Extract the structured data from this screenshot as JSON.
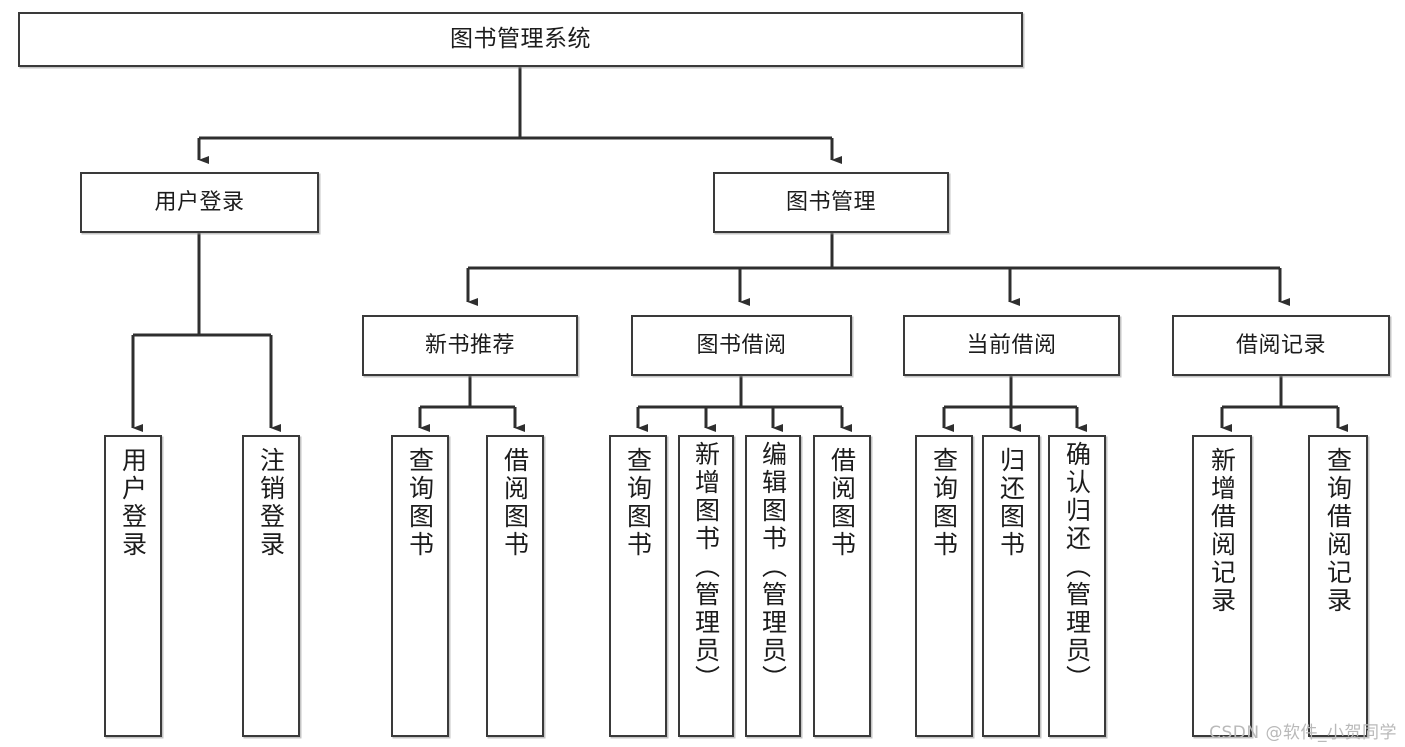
{
  "diagram": {
    "title": "图书管理系统",
    "type": "tree",
    "root": {
      "label": "图书管理系统"
    },
    "level2": [
      {
        "label": "用户登录"
      },
      {
        "label": "图书管理"
      }
    ],
    "level3": [
      {
        "label": "新书推荐"
      },
      {
        "label": "图书借阅"
      },
      {
        "label": "当前借阅"
      },
      {
        "label": "借阅记录"
      }
    ],
    "leaves": {
      "user_login": [
        {
          "label": "用户登录"
        },
        {
          "label": "注销登录"
        }
      ],
      "new_book_recommend": [
        {
          "label": "查询图书"
        },
        {
          "label": "借阅图书"
        }
      ],
      "book_borrow": [
        {
          "label": "查询图书"
        },
        {
          "label": "新增图书（管理员）"
        },
        {
          "label": "编辑图书（管理员）"
        },
        {
          "label": "借阅图书"
        }
      ],
      "current_borrow": [
        {
          "label": "查询图书"
        },
        {
          "label": "归还图书"
        },
        {
          "label": "确认归还（管理员）"
        }
      ],
      "borrow_record": [
        {
          "label": "新增借阅记录"
        },
        {
          "label": "查询借阅记录"
        }
      ]
    }
  },
  "watermark": {
    "text": "CSDN @软件_小贺同学"
  },
  "colors": {
    "box_border": "#3a3a3a",
    "box_fill": "#ffffff",
    "line": "#2f2f2f",
    "text": "#1c1c1c",
    "watermark": "#b9b9b9"
  }
}
